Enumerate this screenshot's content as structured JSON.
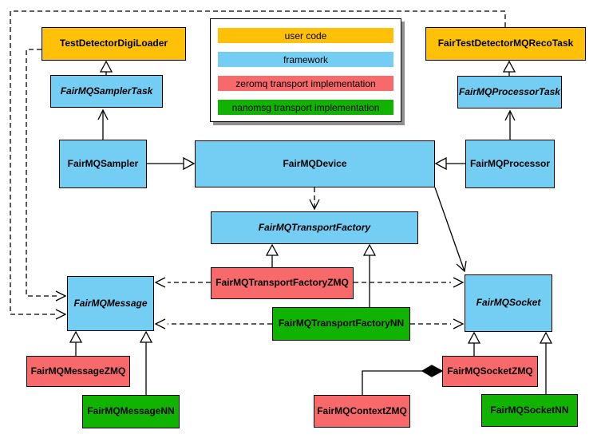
{
  "legend": {
    "items": [
      {
        "label": "user code",
        "color": "#FFC107"
      },
      {
        "label": "framework",
        "color": "#74CEF4"
      },
      {
        "label": "zeromq transport implementation",
        "color": "#F7696B"
      },
      {
        "label": "nanomsg transport implementation",
        "color": "#10B400"
      }
    ]
  },
  "classes": {
    "testDetectorDigiLoader": {
      "label": "TestDetectorDigiLoader",
      "category": "user code",
      "abstract": false
    },
    "fairTestDetectorMQRecoTask": {
      "label": "FairTestDetectorMQRecoTask",
      "category": "user code",
      "abstract": false
    },
    "fairMQSamplerTask": {
      "label": "FairMQSamplerTask",
      "category": "framework",
      "abstract": true
    },
    "fairMQProcessorTask": {
      "label": "FairMQProcessorTask",
      "category": "framework",
      "abstract": true
    },
    "fairMQSampler": {
      "label": "FairMQSampler",
      "category": "framework",
      "abstract": false
    },
    "fairMQDevice": {
      "label": "FairMQDevice",
      "category": "framework",
      "abstract": false
    },
    "fairMQProcessor": {
      "label": "FairMQProcessor",
      "category": "framework",
      "abstract": false
    },
    "fairMQTransportFactory": {
      "label": "FairMQTransportFactory",
      "category": "framework",
      "abstract": true
    },
    "fairMQTransportFactoryZMQ": {
      "label": "FairMQTransportFactoryZMQ",
      "category": "zeromq",
      "abstract": false
    },
    "fairMQTransportFactoryNN": {
      "label": "FairMQTransportFactoryNN",
      "category": "nanomsg",
      "abstract": false
    },
    "fairMQMessage": {
      "label": "FairMQMessage",
      "category": "framework",
      "abstract": true
    },
    "fairMQSocket": {
      "label": "FairMQSocket",
      "category": "framework",
      "abstract": true
    },
    "fairMQMessageZMQ": {
      "label": "FairMQMessageZMQ",
      "category": "zeromq",
      "abstract": false
    },
    "fairMQMessageNN": {
      "label": "FairMQMessageNN",
      "category": "nanomsg",
      "abstract": false
    },
    "fairMQSocketZMQ": {
      "label": "FairMQSocketZMQ",
      "category": "zeromq",
      "abstract": false
    },
    "fairMQSocketNN": {
      "label": "FairMQSocketNN",
      "category": "nanomsg",
      "abstract": false
    },
    "fairMQContextZMQ": {
      "label": "FairMQContextZMQ",
      "category": "zeromq",
      "abstract": false
    }
  },
  "relationships": [
    {
      "from": "FairMQSamplerTask",
      "to": "TestDetectorDigiLoader",
      "type": "generalization-hollow-triangle"
    },
    {
      "from": "FairMQProcessorTask",
      "to": "FairTestDetectorMQRecoTask",
      "type": "generalization-hollow-triangle"
    },
    {
      "from": "FairMQSampler",
      "to": "FairMQSamplerTask",
      "type": "open-arrow"
    },
    {
      "from": "FairMQProcessor",
      "to": "FairMQProcessorTask",
      "type": "open-arrow"
    },
    {
      "from": "FairMQSampler",
      "to": "FairMQDevice",
      "type": "generalization-hollow-triangle"
    },
    {
      "from": "FairMQProcessor",
      "to": "FairMQDevice",
      "type": "generalization-hollow-triangle"
    },
    {
      "from": "FairMQDevice",
      "to": "FairMQTransportFactory",
      "type": "dashed-dependency-arrow"
    },
    {
      "from": "FairMQDevice",
      "to": "FairMQSocket",
      "type": "open-arrow"
    },
    {
      "from": "FairMQTransportFactoryZMQ",
      "to": "FairMQTransportFactory",
      "type": "generalization-hollow-triangle"
    },
    {
      "from": "FairMQTransportFactoryNN",
      "to": "FairMQTransportFactory",
      "type": "generalization-hollow-triangle"
    },
    {
      "from": "FairMQTransportFactoryZMQ",
      "to": "FairMQMessage",
      "type": "dashed-dependency-arrow"
    },
    {
      "from": "FairMQTransportFactoryZMQ",
      "to": "FairMQSocket",
      "type": "dashed-dependency-arrow"
    },
    {
      "from": "FairMQTransportFactoryNN",
      "to": "FairMQMessage",
      "type": "dashed-dependency-arrow"
    },
    {
      "from": "FairMQTransportFactoryNN",
      "to": "FairMQSocket",
      "type": "dashed-dependency-arrow"
    },
    {
      "from": "TestDetectorDigiLoader",
      "to": "FairMQMessage",
      "type": "dashed-dependency-arrow"
    },
    {
      "from": "FairTestDetectorMQRecoTask",
      "to": "FairMQMessage",
      "type": "dashed-dependency-arrow"
    },
    {
      "from": "FairMQMessageZMQ",
      "to": "FairMQMessage",
      "type": "generalization-hollow-triangle"
    },
    {
      "from": "FairMQMessageNN",
      "to": "FairMQMessage",
      "type": "generalization-hollow-triangle"
    },
    {
      "from": "FairMQSocketZMQ",
      "to": "FairMQSocket",
      "type": "generalization-hollow-triangle"
    },
    {
      "from": "FairMQSocketNN",
      "to": "FairMQSocket",
      "type": "generalization-hollow-triangle"
    },
    {
      "from": "FairMQContextZMQ",
      "to": "FairMQSocketZMQ",
      "type": "composition-filled-diamond"
    }
  ],
  "colors": {
    "user_code": "#FFC107",
    "framework": "#74CEF4",
    "zeromq": "#F7696B",
    "nanomsg": "#10B400",
    "line": "#000000",
    "background": "#FFFFFF",
    "legend_shadow": "#8F8F8F"
  }
}
